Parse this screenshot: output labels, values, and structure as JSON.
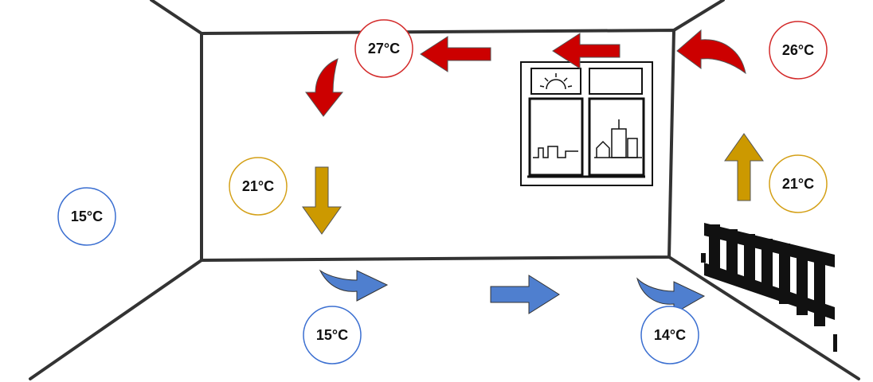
{
  "colors": {
    "hot": "#cc0000",
    "warm": "#cc9900",
    "cool": "#4f7fcf",
    "line": "#333333",
    "hot_ring": "#d32a2a",
    "warm_ring": "#d4a017",
    "cool_ring": "#3b6fd1"
  },
  "icons": [
    "sun-icon",
    "radiator-icon",
    "window-icon",
    "city-skyline-icon"
  ],
  "temperatures": {
    "ceiling_left": "27°C",
    "ceiling_right": "26°C",
    "wall_left_mid": "21°C",
    "wall_right_mid": "21°C",
    "outside_left": "15°C",
    "floor_left": "15°C",
    "floor_right": "14°C"
  }
}
